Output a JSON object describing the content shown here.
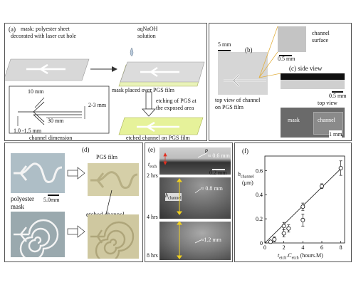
{
  "panel_a": {
    "label": "(a)",
    "mask_text_1": "mask: polyester sheet",
    "mask_text_2": "decorated with laser cut hole",
    "solution_1": "aqNaOH",
    "solution_2": "solution",
    "mask_placed": "mask placed over PGS film",
    "etching_1": "etching of PGS at",
    "etching_2": "the exposed area",
    "dim_10": "10 mm",
    "dim_23": "2-3 mm",
    "dim_30": "30 mm",
    "dim_115": "1.0 -1.5 mm",
    "channel_dimension": "channel dimension",
    "etched_channel": "etched channel on PGS film"
  },
  "panel_b": {
    "label": "(b)",
    "scale": "5 mm",
    "caption_1": "top view of channel",
    "caption_2": "on PGS film",
    "channel_surface_1": "channel",
    "channel_surface_2": "surface",
    "scale_05a": "0.5 mm"
  },
  "panel_c": {
    "label": "(c) side view",
    "scale_05b": "0.5 mm",
    "top_view": "top view",
    "mask": "mask",
    "channel": "channel",
    "scale_1": "1 mm"
  },
  "panel_d": {
    "label": "(d)",
    "pgs_film": "PGS film",
    "polyester_1": "polyester",
    "polyester_2": "mask",
    "scale": "5.0mm",
    "etched_channel": "etched channel"
  },
  "panel_e": {
    "label": "(e)",
    "rho": "ρ",
    "r1": "≈ 0.6 mm",
    "t_etch": "t",
    "t_etch_sub": "etch",
    "scale": "0.2 mm",
    "time_1": "2 hrs",
    "h_channel": "h",
    "h_sub": "channel",
    "r2": "≈ 0.8 mm",
    "time_2": "4 hrs",
    "r3": "≈1.2 mm",
    "time_3": "8 hrs"
  },
  "panel_f": {
    "label": "(f)"
  },
  "chart_data": {
    "type": "scatter",
    "title": "",
    "ylabel": "h_channel (μm)",
    "xlabel": "t_etch·C_etch (hours.M)",
    "xlim": [
      0,
      8.4
    ],
    "ylim": [
      0,
      0.72
    ],
    "x_ticks": [
      "0",
      "2",
      "4",
      "6",
      "8"
    ],
    "y_ticks": [
      "0",
      "0.2",
      "0.4",
      "0.6"
    ],
    "series": [
      {
        "marker": "open-circle",
        "x": [
          0.6,
          1.0,
          2.0,
          2.0,
          2.5,
          4.0,
          4.0,
          6.0,
          8.0
        ],
        "y": [
          0.01,
          0.03,
          0.08,
          0.14,
          0.12,
          0.3,
          0.19,
          0.47,
          0.62
        ],
        "err": [
          0.01,
          0.02,
          0.03,
          0.03,
          0.03,
          0.03,
          0.05,
          0.02,
          0.06
        ]
      }
    ],
    "fit_line": {
      "x": [
        0,
        8
      ],
      "y": [
        0,
        0.615
      ]
    },
    "grid": false,
    "legend": "none"
  }
}
